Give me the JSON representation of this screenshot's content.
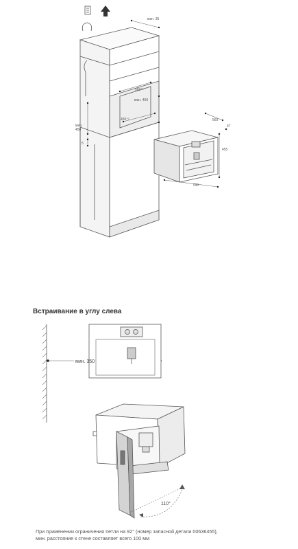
{
  "top_diagram": {
    "labels": {
      "top_clearance": "мин. 35",
      "niche_width": "560⁺²",
      "niche_depth": "мин. 400",
      "niche_height": "450⁺²",
      "side_dim": "мин.\n458",
      "small_dim": "5",
      "unit_depth": "560",
      "unit_offset": "47",
      "unit_height": "455",
      "unit_width": "590"
    }
  },
  "corner_section": {
    "title": "Встраивание в углу слева",
    "min_distance": "мин. 350",
    "angle": "110°",
    "footnote_line1": "При применении ограничения петли на 92° (номер запасной детали 00636455),",
    "footnote_line2": "мин. расстояние к стене составляет всего 100 мм"
  },
  "colors": {
    "line": "#555555",
    "shade": "#d9d9d9",
    "dark": "#333333"
  }
}
